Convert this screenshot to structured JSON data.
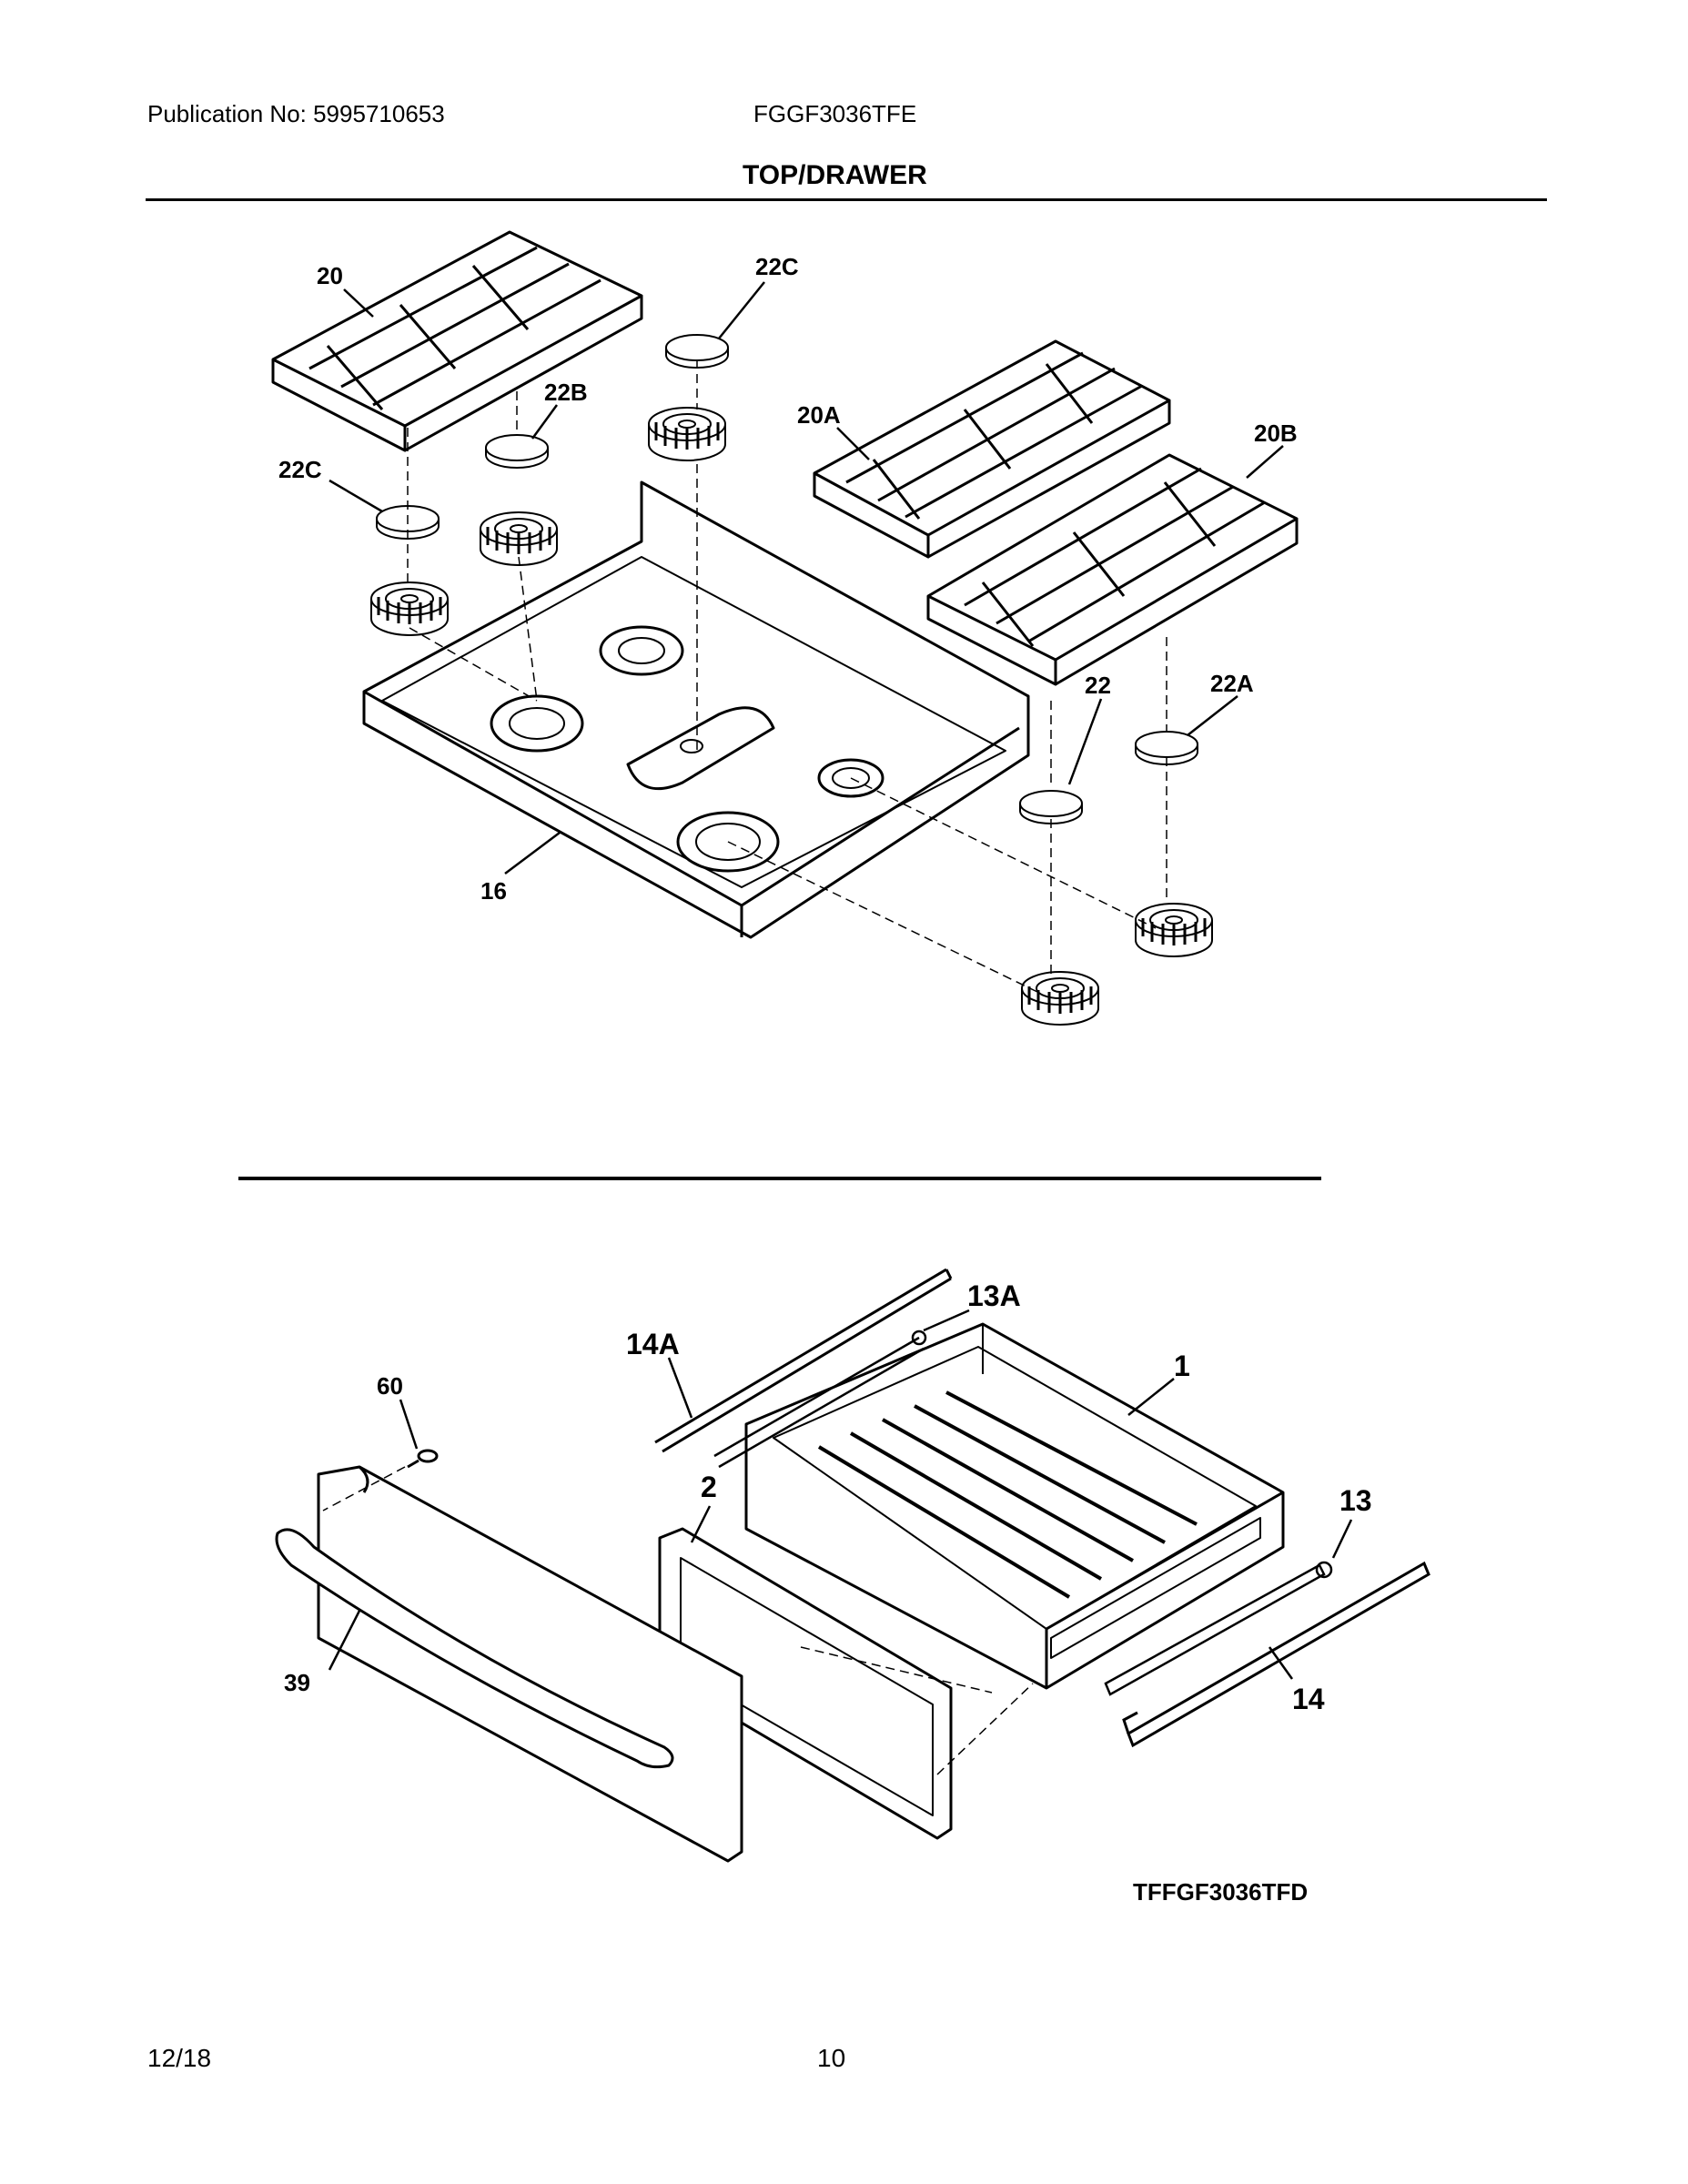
{
  "header": {
    "publication": "Publication No: 5995710653",
    "model": "FGGF3036TFE"
  },
  "section_title": "TOP/DRAWER",
  "top_callouts": {
    "c20": "20",
    "c22c_top": "22C",
    "c22b": "22B",
    "c22c_left": "22C",
    "c20a": "20A",
    "c20b": "20B",
    "c22": "22",
    "c22a": "22A",
    "c16": "16"
  },
  "drawer_callouts": {
    "c13a": "13A",
    "c14a": "14A",
    "c1": "1",
    "c60": "60",
    "c2": "2",
    "c13": "13",
    "c39": "39",
    "c14": "14"
  },
  "diagram_code": "TFFGF3036TFD",
  "footer": {
    "date": "12/18",
    "page": "10"
  }
}
